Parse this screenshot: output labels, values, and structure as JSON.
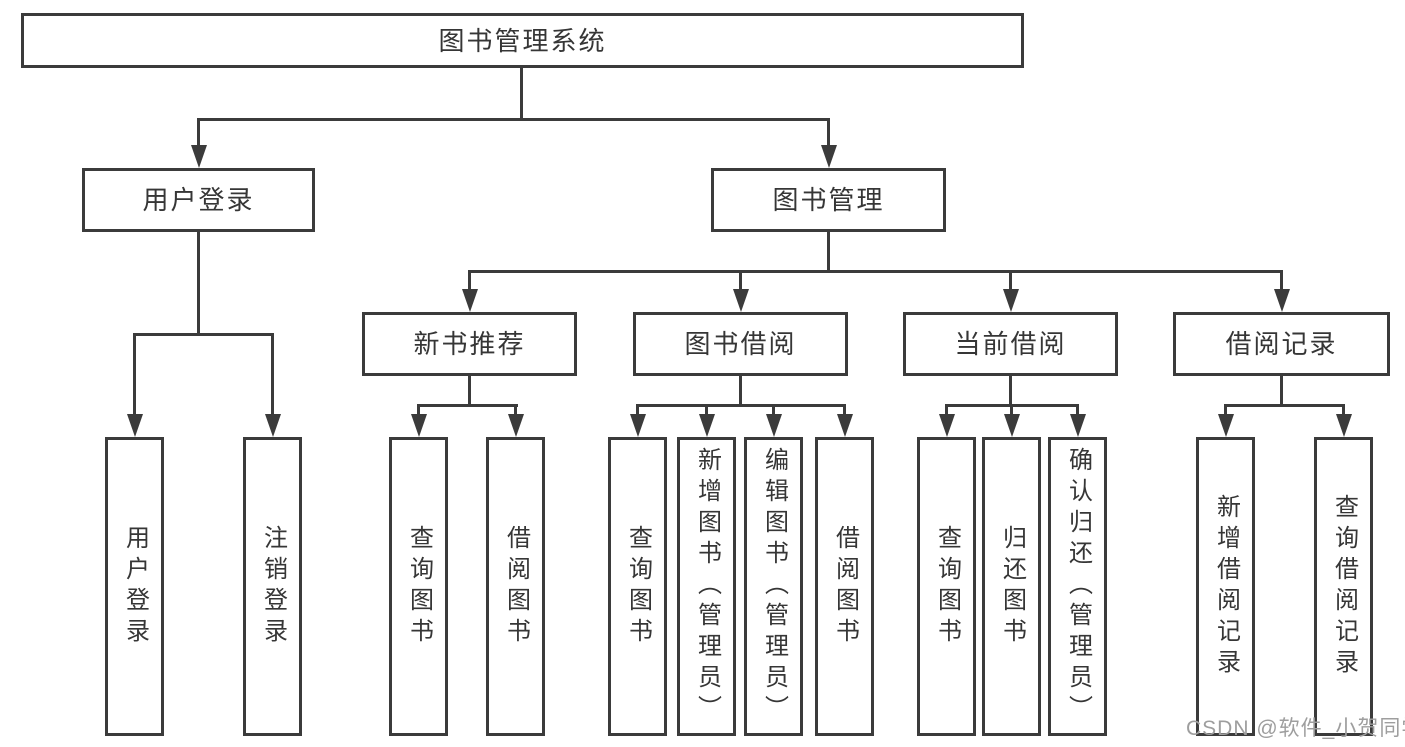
{
  "colors": {
    "line": "#3b3b3b",
    "box_border": "#3b3b3b",
    "text": "#363636",
    "background": "#ffffff",
    "watermark": "#9e9e9e"
  },
  "watermark": {
    "text": "CSDN @软件_小贺同学"
  },
  "diagram": {
    "root": {
      "label": "图书管理系统"
    },
    "level2": [
      {
        "label": "用户登录"
      },
      {
        "label": "图书管理"
      }
    ],
    "level3": [
      {
        "label": "新书推荐"
      },
      {
        "label": "图书借阅"
      },
      {
        "label": "当前借阅"
      },
      {
        "label": "借阅记录"
      }
    ],
    "leaves": [
      {
        "label": "用户登录"
      },
      {
        "label": "注销登录"
      },
      {
        "label": "查询图书"
      },
      {
        "label": "借阅图书"
      },
      {
        "label": "查询图书"
      },
      {
        "label": "新增图书（管理员）"
      },
      {
        "label": "编辑图书（管理员）"
      },
      {
        "label": "借阅图书"
      },
      {
        "label": "查询图书"
      },
      {
        "label": "归还图书"
      },
      {
        "label": "确认归还（管理员）"
      },
      {
        "label": "新增借阅记录"
      },
      {
        "label": "查询借阅记录"
      }
    ]
  }
}
